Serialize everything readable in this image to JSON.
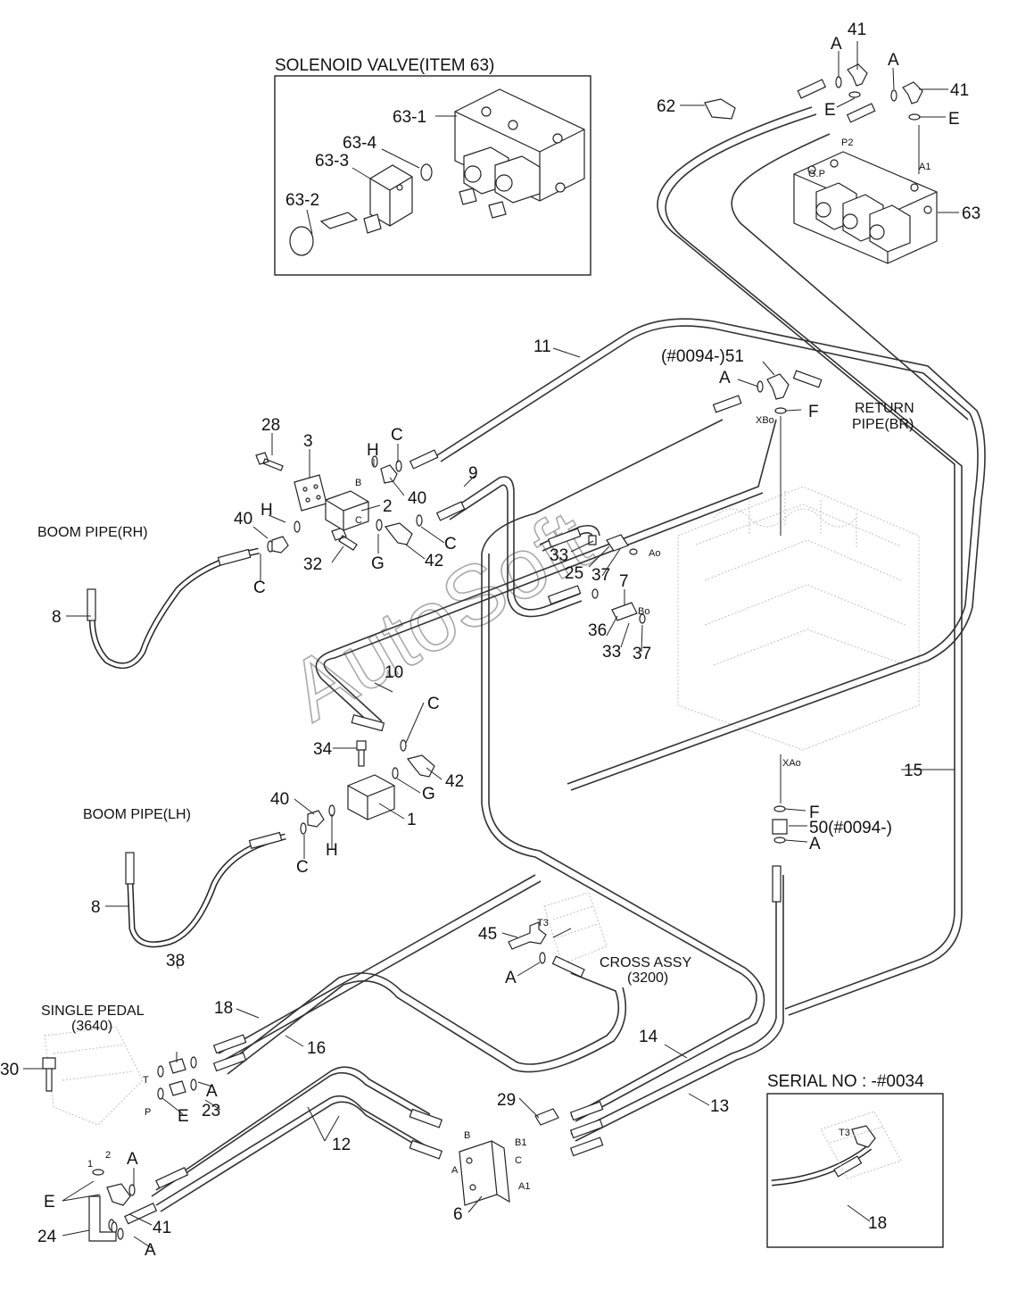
{
  "insets": {
    "solenoid_title": "SOLENOID VALVE(ITEM 63)",
    "serial_title": "SERIAL NO : -#0034"
  },
  "labels": {
    "boom_pipe_rh": "BOOM PIPE(RH)",
    "boom_pipe_lh": "BOOM PIPE(LH)",
    "return_pipe_1": "RETURN",
    "return_pipe_2": "PIPE(BR)",
    "cross_assy_1": "CROSS ASSY",
    "cross_assy_2": "(3200)",
    "single_pedal_1": "SINGLE PEDAL",
    "single_pedal_2": "(3640)",
    "port_xbo": "XBo",
    "port_xao": "XAo",
    "port_ao": "Ao",
    "port_bo": "Bo",
    "port_gp": "G.P",
    "port_p2": "P2",
    "port_a1_top": "A1",
    "port_b_upper": "B",
    "port_c_upper": "C",
    "port_t3": "T3",
    "port_t3_inset": "T3",
    "port_t": "T",
    "port_p": "P",
    "port_1": "1",
    "port_2": "2",
    "port_b6": "B",
    "port_a6": "A",
    "port_b1": "B1",
    "port_c6": "C",
    "port_a1_6": "A1",
    "watermark": "AutoSoft"
  },
  "callouts": {
    "n63_1": "63-1",
    "n63_4": "63-4",
    "n63_3": "63-3",
    "n63_2": "63-2",
    "n62": "62",
    "n41_a": "41",
    "n41_b": "41",
    "n63": "63",
    "A1": "A",
    "A2": "A",
    "E1": "E",
    "E2": "E",
    "n11": "11",
    "n51": "(#0094-)51",
    "A3": "A",
    "F1": "F",
    "n28": "28",
    "n3": "3",
    "H1": "H",
    "C1": "C",
    "n9": "9",
    "n2": "2",
    "n40_a": "40",
    "n40_b": "40",
    "H2": "H",
    "C2": "C",
    "n32": "32",
    "G1": "G",
    "n42_a": "42",
    "C3": "C",
    "n8_a": "8",
    "n33_a": "33",
    "n25": "25",
    "n37_a": "37",
    "n7": "7",
    "n36": "36",
    "n33_b": "33",
    "n37_b": "37",
    "n10": "10",
    "C4": "C",
    "n34": "34",
    "n42_b": "42",
    "G2": "G",
    "n1": "1",
    "n40_c": "40",
    "C5": "C",
    "H3": "H",
    "n8_b": "8",
    "n15": "15",
    "F2": "F",
    "n50": "50(#0094-)",
    "A4": "A",
    "n45": "45",
    "A5": "A",
    "n18_a": "18",
    "n16": "16",
    "n38": "38",
    "n30": "30",
    "A6": "A",
    "n23": "23",
    "E3": "E",
    "n14": "14",
    "n13": "13",
    "n29": "29",
    "n12": "12",
    "A7": "A",
    "E4": "E",
    "n41_c": "41",
    "n24": "24",
    "A8": "A",
    "n6": "6",
    "n18_b": "18"
  }
}
